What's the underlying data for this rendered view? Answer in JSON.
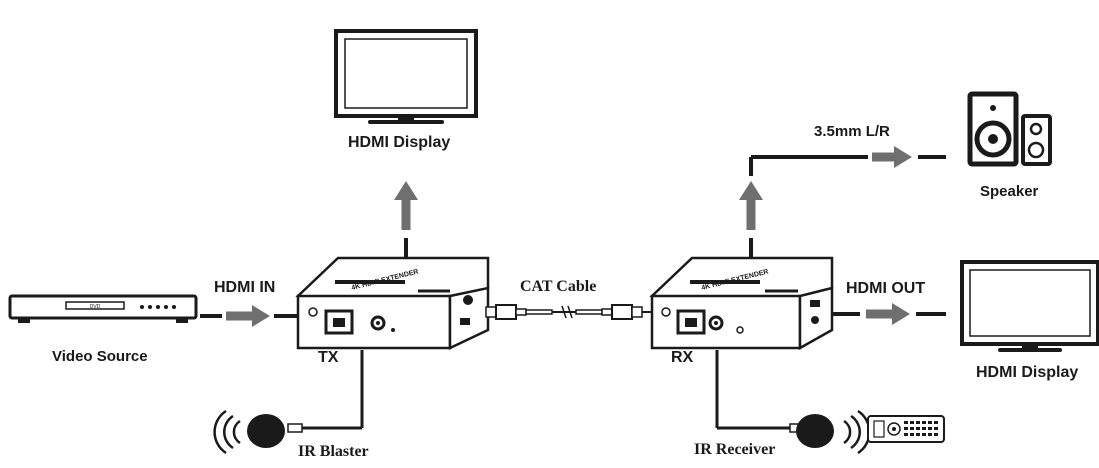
{
  "labels": {
    "hdmi_display_top": "HDMI Display",
    "hdmi_in": "HDMI IN",
    "video_source": "Video Source",
    "tx": "TX",
    "cat_cable": "CAT Cable",
    "rx": "RX",
    "hdmi_out": "HDMI OUT",
    "hdmi_display_right": "HDMI Display",
    "audio_out": "3.5mm L/R",
    "speaker": "Speaker",
    "ir_blaster": "IR Blaster",
    "ir_receiver": "IR Receiver"
  },
  "devices": {
    "extender_name": "4K HDMI EXTENDER",
    "dvd_label": "DVD"
  },
  "icons": {
    "display": "monitor-icon",
    "speaker": "speaker-icon",
    "player": "dvd-player-icon",
    "extender": "extender-box-icon",
    "ir_blaster": "ir-eye-icon",
    "ir_receiver": "ir-eye-icon",
    "remote": "remote-control-icon",
    "signal": "ir-signal-waves-icon",
    "cable": "rj45-cable-icon"
  },
  "colors": {
    "line": "#1a1a1a",
    "arrow": "#6f6f6f",
    "device_fill": "#ffffff"
  }
}
